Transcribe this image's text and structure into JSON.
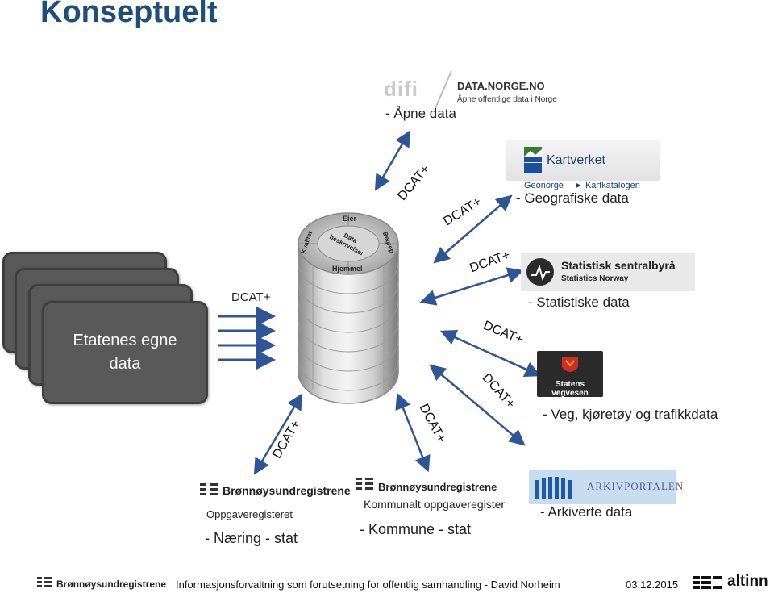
{
  "title": "Konseptuelt",
  "center": {
    "segments": [
      "Eier",
      "Data beskrivelser",
      "Begrep",
      "Kvalitet",
      "Hjemmel"
    ]
  },
  "etatene": {
    "text": "Etatenes egne data",
    "dcat": "DCAT+"
  },
  "links": {
    "apne": "DCAT+",
    "geo": "DCAT+",
    "ssb": "DCAT+",
    "vegvesen": "DCAT+",
    "vegvesen2": "DCAT+",
    "kommune": "DCAT+",
    "naering": "DCAT+"
  },
  "sources": {
    "apne": {
      "logo_left": "difi",
      "logo_title": "DATA.NORGE.NO",
      "logo_sub": "Åpne offentlige data i Norge",
      "label": "- Åpne data"
    },
    "geo": {
      "logo_title": "Kartverket",
      "logo_links": [
        "Geonorge",
        "Kartkatalogen"
      ],
      "label": "- Geografiske data"
    },
    "ssb": {
      "logo_title": "Statistisk sentralbyrå",
      "logo_sub": "Statistics Norway",
      "label": "- Statistiske data"
    },
    "vegvesen": {
      "logo_title": "Statens vegvesen",
      "label": "- Veg, kjøretøy og trafikkdata"
    },
    "arkiv": {
      "logo_title": "ARKIVPORTALEN",
      "label": "- Arkiverte data"
    },
    "naering": {
      "logo_title": "Brønnøysundregistrene",
      "sub": "Oppgaveregisteret",
      "label": "-  Næring - stat"
    },
    "kommune": {
      "logo_title": "Brønnøysundregistrene",
      "sub": "Kommunalt oppgaveregister",
      "label": "-  Kommune - stat"
    }
  },
  "footer": {
    "left_logo": "Brønnøysundregistrene",
    "text": "Informasjonsforvaltning som forutsetning for offentlig samhandling - David Norheim",
    "date": "03.12.2015",
    "right_logo": "altinn"
  },
  "colors": {
    "title": "#1f4e79",
    "card": "#595959",
    "arrow": "#2f5597",
    "ssb": "#2b2b2b",
    "vegvesen": "#2b2b2b"
  }
}
